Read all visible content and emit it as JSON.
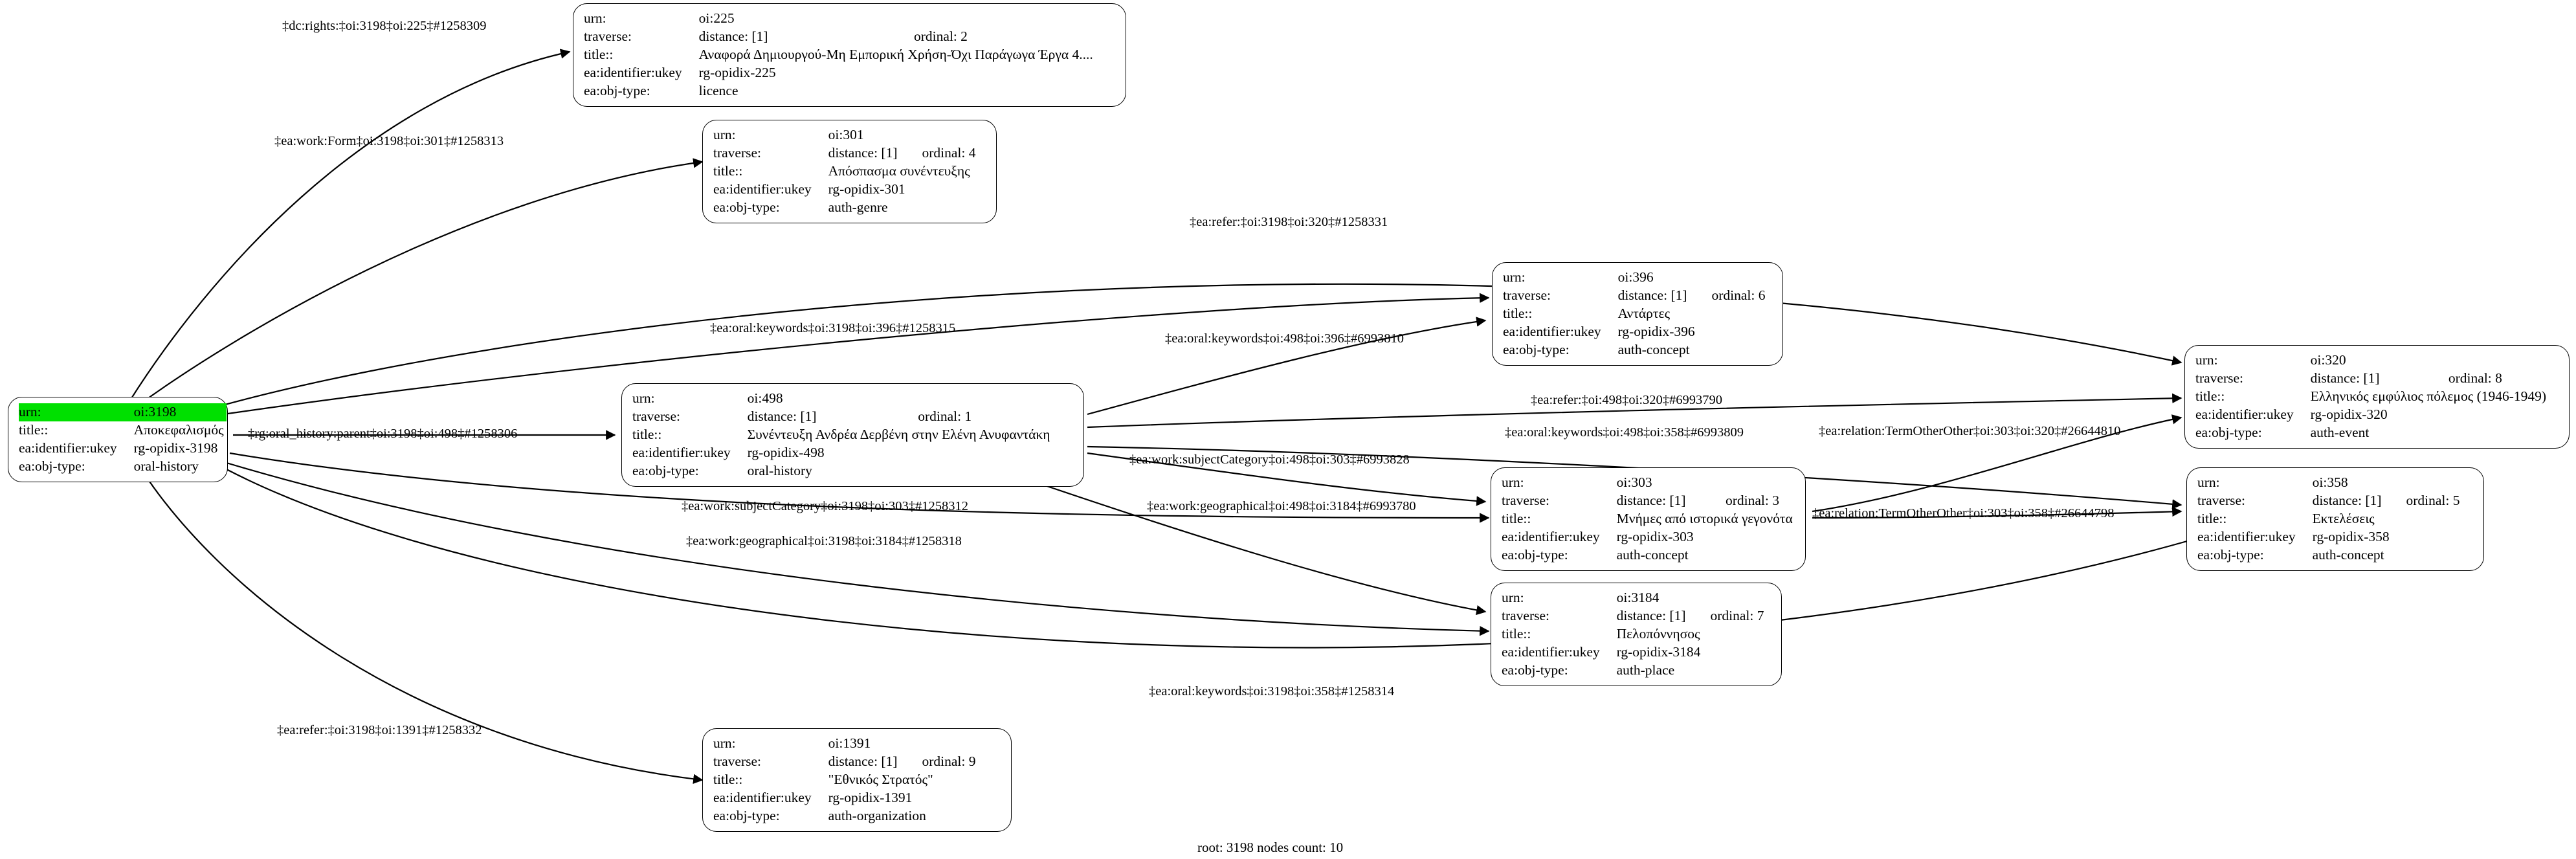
{
  "graph": {
    "footer": "root: 3198 nodes count: 10",
    "field_labels": {
      "urn": "urn:",
      "traverse": "traverse:",
      "title": "title::",
      "ukey": "ea:identifier:ukey",
      "objtype": "ea:obj-type:"
    },
    "nodes": [
      {
        "id": "3198",
        "root": true,
        "urn": "oi:3198",
        "traverse": "",
        "traverse_ordinal": "",
        "title": "Αποκεφαλισμός",
        "ukey": "rg-opidix-3198",
        "objtype": "oral-history",
        "highlight_color": "#00e000"
      },
      {
        "id": "225",
        "root": false,
        "urn": "oi:225",
        "traverse": "distance: [1]",
        "traverse_ordinal": "ordinal: 2",
        "title": "Αναφορά Δημιουργού-Μη Εμπορική Χρήση-Όχι Παράγωγα Έργα 4....",
        "ukey": "rg-opidix-225",
        "objtype": "licence"
      },
      {
        "id": "301",
        "root": false,
        "urn": "oi:301",
        "traverse": "distance: [1]",
        "traverse_ordinal": "ordinal: 4",
        "title": "Απόσπασμα συνέντευξης",
        "ukey": "rg-opidix-301",
        "objtype": "auth-genre"
      },
      {
        "id": "396",
        "root": false,
        "urn": "oi:396",
        "traverse": "distance: [1]",
        "traverse_ordinal": "ordinal: 6",
        "title": "Αντάρτες",
        "ukey": "rg-opidix-396",
        "objtype": "auth-concept"
      },
      {
        "id": "498",
        "root": false,
        "urn": "oi:498",
        "traverse": "distance: [1]",
        "traverse_ordinal": "ordinal: 1",
        "title": "Συνέντευξη Ανδρέα Δερβένη στην Ελένη Ανυφαντάκη",
        "ukey": "rg-opidix-498",
        "objtype": "oral-history"
      },
      {
        "id": "320",
        "root": false,
        "urn": "oi:320",
        "traverse": "distance: [1]",
        "traverse_ordinal": "ordinal: 8",
        "title": "Ελληνικός εμφύλιος πόλεμος (1946-1949)",
        "ukey": "rg-opidix-320",
        "objtype": "auth-event"
      },
      {
        "id": "303",
        "root": false,
        "urn": "oi:303",
        "traverse": "distance: [1]",
        "traverse_ordinal": "ordinal: 3",
        "title": "Μνήμες από ιστορικά γεγονότα",
        "ukey": "rg-opidix-303",
        "objtype": "auth-concept"
      },
      {
        "id": "358",
        "root": false,
        "urn": "oi:358",
        "traverse": "distance: [1]",
        "traverse_ordinal": "ordinal: 5",
        "title": "Εκτελέσεις",
        "ukey": "rg-opidix-358",
        "objtype": "auth-concept"
      },
      {
        "id": "3184",
        "root": false,
        "urn": "oi:3184",
        "traverse": "distance: [1]",
        "traverse_ordinal": "ordinal: 7",
        "title": "Πελοπόννησος",
        "ukey": "rg-opidix-3184",
        "objtype": "auth-place"
      },
      {
        "id": "1391",
        "root": false,
        "urn": "oi:1391",
        "traverse": "distance: [1]",
        "traverse_ordinal": "ordinal: 9",
        "title": "\"Εθνικός Στρατός\"",
        "ukey": "rg-opidix-1391",
        "objtype": "auth-organization"
      }
    ],
    "edges": [
      {
        "id": "e1",
        "label": "‡dc:rights:‡oi:3198‡oi:225‡#1258309"
      },
      {
        "id": "e2",
        "label": "‡ea:work:Form‡oi:3198‡oi:301‡#1258313"
      },
      {
        "id": "e3",
        "label": "‡ea:refer:‡oi:3198‡oi:320‡#1258331"
      },
      {
        "id": "e4",
        "label": "‡ea:oral:keywords‡oi:3198‡oi:396‡#1258315"
      },
      {
        "id": "e5",
        "label": "‡ea:oral:keywords‡oi:498‡oi:396‡#6993810"
      },
      {
        "id": "e6",
        "label": "‡rg:oral_history:parent‡oi:3198‡oi:498‡#1258306"
      },
      {
        "id": "e7",
        "label": "‡ea:refer:‡oi:498‡oi:320‡#6993790"
      },
      {
        "id": "e8",
        "label": "‡ea:oral:keywords‡oi:498‡oi:358‡#6993809"
      },
      {
        "id": "e9",
        "label": "‡ea:relation:TermOtherOther‡oi:303‡oi:320‡#26644810"
      },
      {
        "id": "e10",
        "label": "‡ea:work:subjectCategory‡oi:498‡oi:303‡#6993828"
      },
      {
        "id": "e11",
        "label": "‡ea:work:subjectCategory‡oi:3198‡oi:303‡#1258312"
      },
      {
        "id": "e12",
        "label": "‡ea:work:geographical‡oi:498‡oi:3184‡#6993780"
      },
      {
        "id": "e13",
        "label": "‡ea:relation:TermOtherOther‡oi:303‡oi:358‡#26644798"
      },
      {
        "id": "e14",
        "label": "‡ea:work:geographical‡oi:3198‡oi:3184‡#1258318"
      },
      {
        "id": "e15",
        "label": "‡ea:oral:keywords‡oi:3198‡oi:358‡#1258314"
      },
      {
        "id": "e16",
        "label": "‡ea:refer:‡oi:3198‡oi:1391‡#1258332"
      }
    ]
  }
}
